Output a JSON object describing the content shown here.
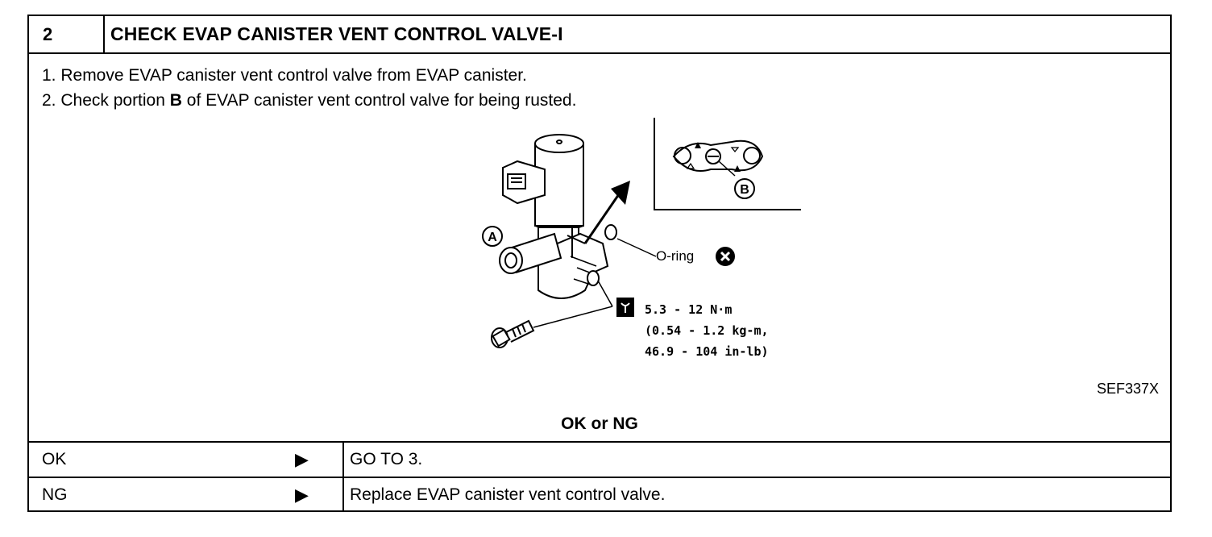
{
  "step": {
    "number": "2",
    "title": "CHECK EVAP CANISTER VENT CONTROL VALVE-I"
  },
  "instructions": [
    {
      "prefix": "1.  Remove EVAP canister vent control valve from EVAP canister.",
      "bold": "",
      "suffix": ""
    },
    {
      "prefix": "2.  Check portion ",
      "bold": "B",
      "suffix": " of EVAP canister vent control valve for being rusted."
    }
  ],
  "figure": {
    "label_a": "A",
    "label_b": "B",
    "oring_label": "O-ring",
    "torque_lines": [
      "5.3 - 12 N·m",
      "(0.54 - 1.2 kg-m,",
      "46.9 - 104 in-lb)"
    ],
    "figure_code": "SEF337X",
    "icons": [
      "wrench-torque-icon",
      "do-not-reuse-icon"
    ]
  },
  "question": "OK or NG",
  "results": [
    {
      "label": "OK",
      "arrow": "▶",
      "action": "GO TO 3."
    },
    {
      "label": "NG",
      "arrow": "▶",
      "action": "Replace EVAP canister vent control valve."
    }
  ]
}
